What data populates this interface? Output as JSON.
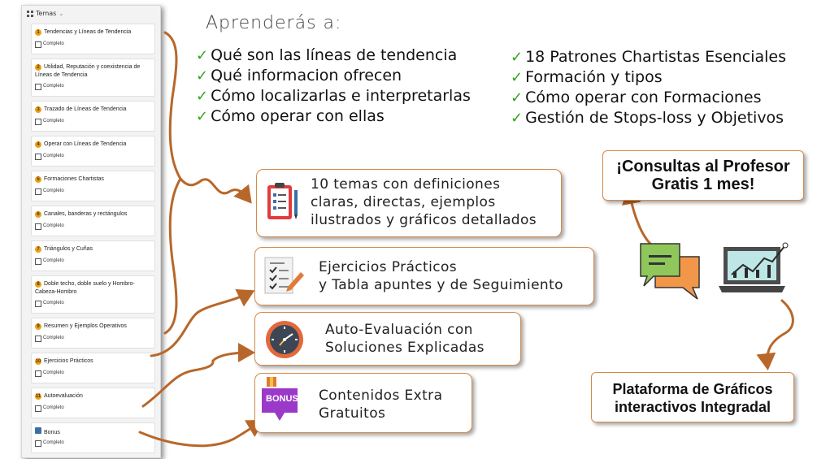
{
  "sidebar": {
    "header": "Temas",
    "status_label": "Completo",
    "items": [
      {
        "num": "1",
        "title": "Tendencias y Líneas de Tendencia"
      },
      {
        "num": "2",
        "title": "Utilidad, Reputación y coexistencia de Líneas de Tendencia"
      },
      {
        "num": "3",
        "title": "Trazado de Líneas de Tendencia"
      },
      {
        "num": "4",
        "title": "Operar con Líneas de Tendencia"
      },
      {
        "num": "5",
        "title": "Formaciones Chartistas"
      },
      {
        "num": "6",
        "title": "Canales, banderas y rectángulos"
      },
      {
        "num": "7",
        "title": "Triángulos y Cuñas"
      },
      {
        "num": "8",
        "title": "Doble techo, doble suelo y Hombro-Cabeza-Hombro"
      },
      {
        "num": "9",
        "title": "Resumen y Ejemplos Operativos"
      },
      {
        "num": "10",
        "title": "Ejercicios Prácticos"
      },
      {
        "num": "11",
        "title": "Autoevaluación"
      },
      {
        "num": "",
        "title": "Bonus"
      }
    ]
  },
  "heading": "Aprenderás a:",
  "learn_left": [
    "Qué son las líneas de tendencia",
    "Qué informacion ofrecen",
    "Cómo localizarlas e interpretarlas",
    "Cómo operar con ellas"
  ],
  "learn_right": [
    "18 Patrones Chartistas Esenciales",
    "Formación y tipos",
    "Cómo operar con Formaciones",
    "Gestión de Stops-loss y Objetivos"
  ],
  "features": {
    "temas": {
      "line1": "10 temas con definiciones",
      "line2": "claras, directas, ejemplos",
      "line3": "ilustrados y gráficos detallados"
    },
    "ejercicios": {
      "line1": "Ejercicios Prácticos",
      "line2": "y Tabla apuntes y de Seguimiento"
    },
    "autoeval": {
      "line1": "Auto-Evaluación con",
      "line2": "Soluciones Explicadas"
    },
    "extra": {
      "line1": "Contenidos Extra",
      "line2": "Gratuitos",
      "badge": "BONUS"
    }
  },
  "consultas": {
    "line1": "¡Consultas al Profesor",
    "line2": "Gratis 1 mes!"
  },
  "plataforma": {
    "line1": "Plataforma de Gráficos",
    "line2": "interactivos Integradal"
  },
  "colors": {
    "accent": "#d58a4a",
    "arrow": "#b8672a",
    "tick": "#2fa51a",
    "number_badge": "#e8a21a"
  },
  "icons": [
    "grid-icon",
    "chevron-down-icon",
    "checkbox-icon",
    "checkmark-icon",
    "clipboard-icon",
    "checklist-icon",
    "clock-icon",
    "gift-bonus-icon",
    "chat-bubbles-icon",
    "laptop-chart-icon"
  ]
}
